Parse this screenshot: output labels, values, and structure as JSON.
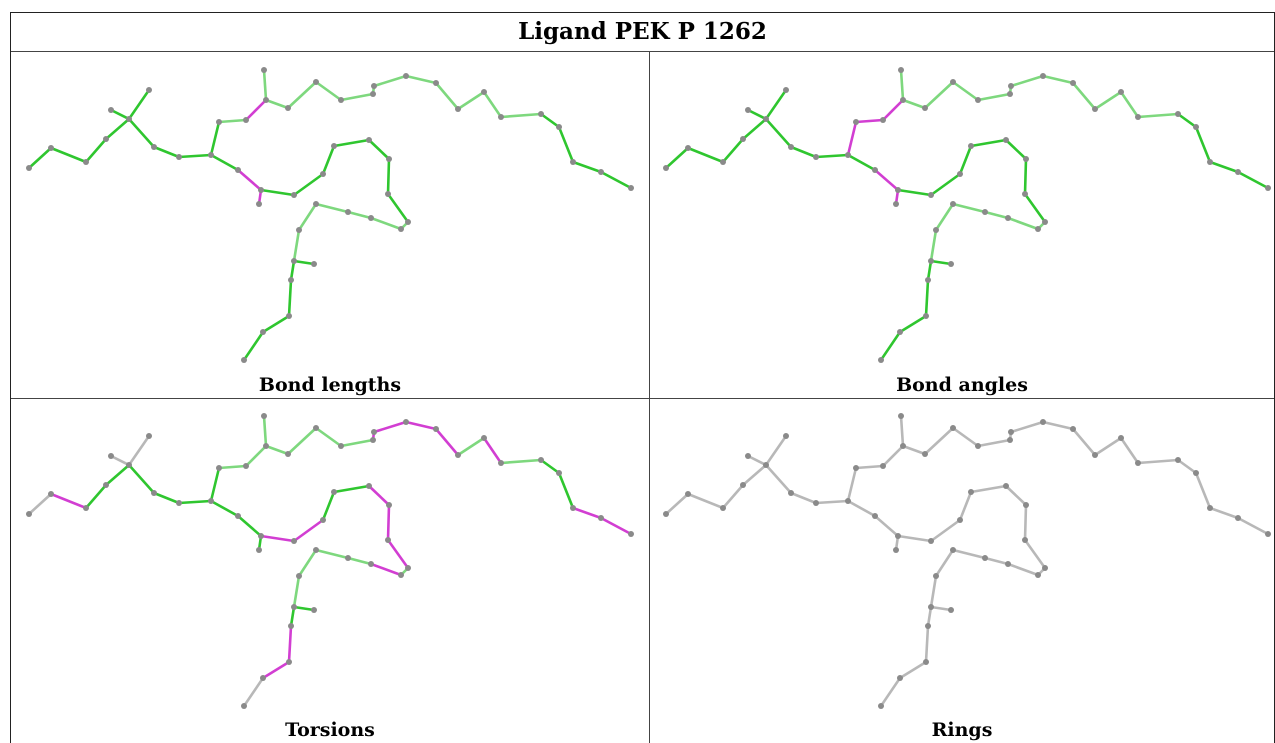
{
  "title": "Ligand PEK P 1262",
  "panels": [
    {
      "caption": "Bond lengths"
    },
    {
      "caption": "Bond angles"
    },
    {
      "caption": "Torsions"
    },
    {
      "caption": "Rings"
    }
  ],
  "colors": {
    "ok": "#2fc62f",
    "ok_light": "#7ed87e",
    "outlier": "#d23ed2",
    "neutral": "#b8b8b8",
    "atom": "#8a8a8a"
  }
}
